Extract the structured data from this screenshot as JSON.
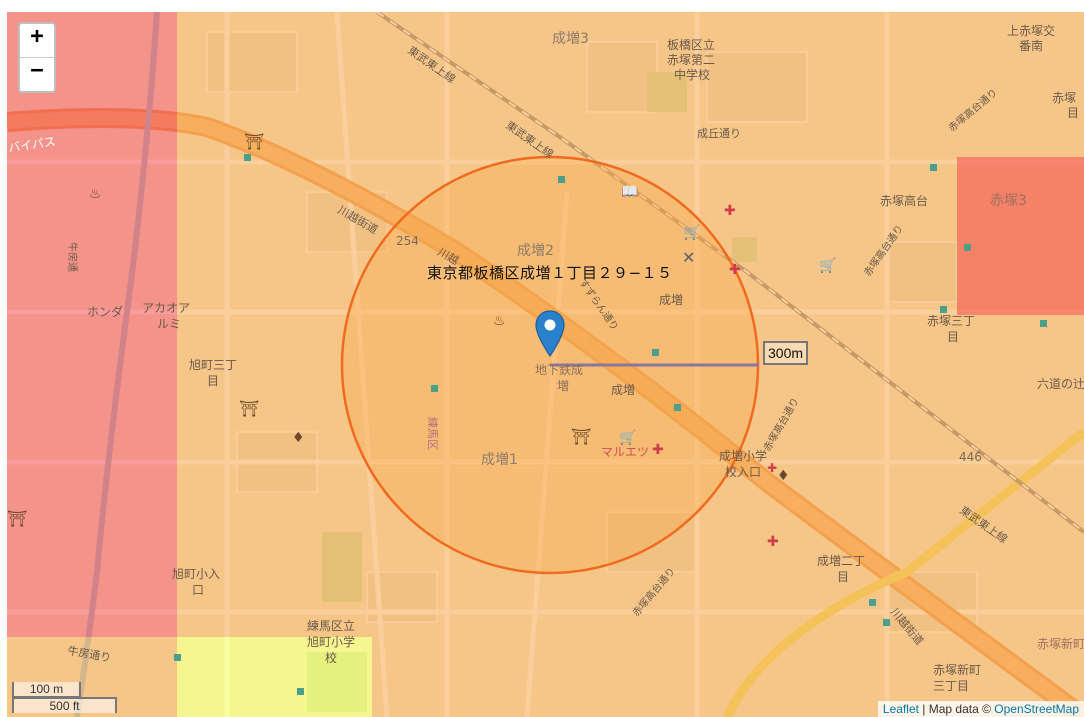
{
  "zoom": {
    "in_label": "+",
    "out_label": "−"
  },
  "marker": {
    "address": "東京都板橋区成増１丁目２９−１５",
    "radius_label": "300m",
    "close_label": "✕"
  },
  "scale": {
    "metric": "100 m",
    "imperial": "500 ft"
  },
  "attribution": {
    "leaflet": "Leaflet",
    "sep": " | Map data © ",
    "osm": "OpenStreetMap"
  },
  "map_labels": {
    "narimasu3": "成増3",
    "itabashi_school_1": "板橋区立",
    "itabashi_school_2": "赤塚第二",
    "itabashi_school_3": "中学校",
    "kamiakatsuka_1": "上赤塚交",
    "kamiakatsuka_2": "番南",
    "akatsuka_ne_1": "赤塚",
    "akatsuka_ne_2": "目",
    "tobu_tojo_1": "東武東上線",
    "tobu_tojo_2": "東武東上線",
    "seikyu_dori": "成丘通り",
    "bypass": "バイパス",
    "kawagoe_kaido_1": "川越街道",
    "kawagoe_kaido_2": "川越",
    "route254": "254",
    "akatsuka_takadai": "赤塚高台",
    "akatsuka_3": "赤塚3",
    "akatsuka_takadai_dori_1": "赤塚高台通り",
    "akatsuka_takadai_dori_2": "赤塚高台通り",
    "akatsuka_takadai_dori_3": "赤塚高台通り",
    "akatsuka_takadai_dori_4": "赤塚高台通り",
    "narimasu2": "成増2",
    "narimasu_station": "成増",
    "suzuran_dori": "すずらん通り",
    "ushibori_dori_1": "牛房通",
    "ushibori_dori_2": "牛房通り",
    "honda": "ホンダ",
    "akaoa_1": "アカオア",
    "akaoa_2": "ルミ",
    "asahicho3_1": "旭町三丁",
    "asahicho3_2": "目",
    "chikatetsu_1": "地下鉄成",
    "chikatetsu_2": "増",
    "narimasu_area": "成増",
    "nerima_ku": "練馬区",
    "narimasu1": "成増1",
    "maruetsu": "マルエツ",
    "narimasu_school_1": "成増小学",
    "narimasu_school_2": "校入口",
    "akatsuka_3chome_1": "赤塚三丁",
    "akatsuka_3chome_2": "目",
    "rokudo": "六道の辻",
    "route446": "446",
    "tobu_tojo_3": "東武東上線",
    "asahicho_iriguchi_1": "旭町小入",
    "asahicho_iriguchi_2": "口",
    "nerima_school_1": "練馬区立",
    "nerima_school_2": "旭町小学",
    "nerima_school_3": "校",
    "narimasu2chome_1": "成増二丁",
    "narimasu2chome_2": "目",
    "kawagoe_kaido_3": "川越街道",
    "akatsuka_shinmachi_1": "赤塚新町",
    "akatsuka_shinmachi_2": "三丁目",
    "akatsuka_shinmachi_3": "赤塚新町"
  },
  "colors": {
    "overlay_orange": "#f7a84b",
    "overlay_red": "#f44a4a",
    "overlay_yellow": "#f6ff55",
    "circle_stroke": "#f06b1e",
    "road_major": "#ef9a52",
    "marker_blue": "#2a81cb"
  }
}
